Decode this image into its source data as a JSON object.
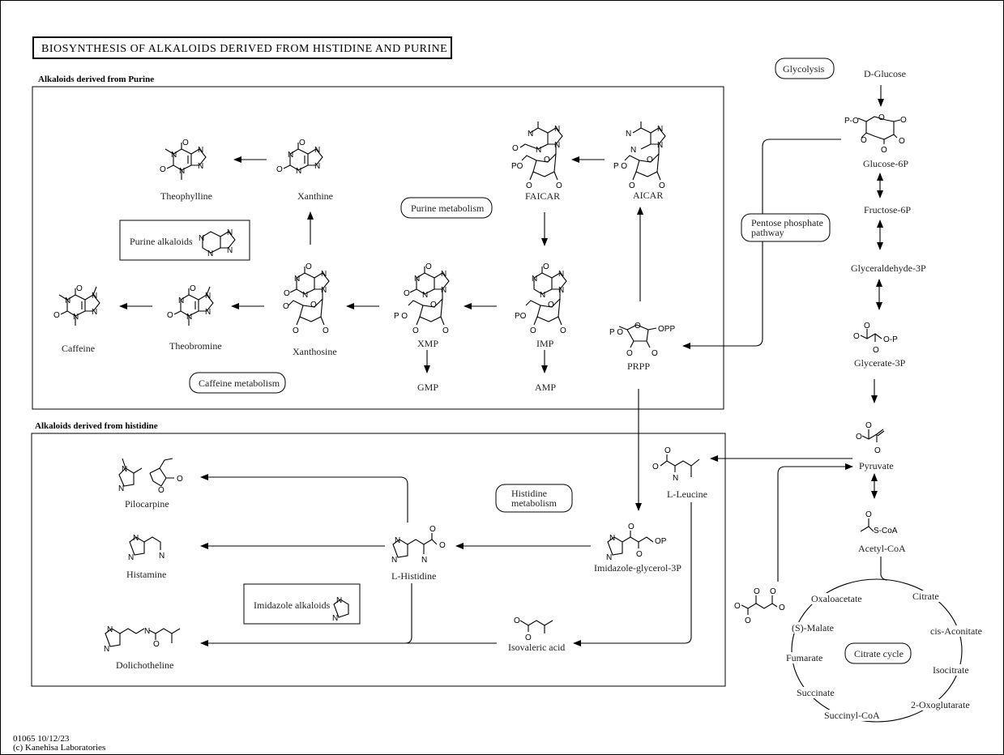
{
  "title": "BIOSYNTHESIS OF ALKALOIDS DERIVED FROM HISTIDINE AND PURINE",
  "sections": {
    "purine": "Alkaloids derived from  Purine",
    "histidine": "Alkaloids derived from histidine"
  },
  "compounds": {
    "theophylline": "Theophylline",
    "xanthine": "Xanthine",
    "caffeine": "Caffeine",
    "theobromine": "Theobromine",
    "xanthosine": "Xanthosine",
    "xmp": "XMP",
    "imp": "IMP",
    "gmp": "GMP",
    "amp": "AMP",
    "faicar": "FAICAR",
    "aicar": "AICAR",
    "prpp": "PRPP",
    "pilocarpine": "Pilocarpine",
    "histamine": "Histamine",
    "dolichotheline": "Dolichotheline",
    "l_histidine": "L-Histidine",
    "imidazole_glycerol_3p": "Imidazole-glycerol-3P",
    "l_leucine": "L-Leucine",
    "isovaleric_acid": "Isovaleric acid",
    "d_glucose": "D-Glucose",
    "glucose_6p": "Glucose-6P",
    "fructose_6p": "Fructose-6P",
    "glyceraldehyde_3p": "Glyceraldehyde-3P",
    "glycerate_3p": "Glycerate-3P",
    "pyruvate": "Pyruvate",
    "acetyl_coa": "Acetyl-CoA",
    "oxaloacetate": "Oxaloacetate",
    "citrate": "Citrate",
    "cis_aconitate": "cis-Aconitate",
    "isocitrate": "Isocitrate",
    "oxoglutarate": "2-Oxoglutarate",
    "succinyl_coa": "Succinyl-CoA",
    "succinate": "Succinate",
    "fumarate": "Fumarate",
    "s_malate": "(S)-Malate"
  },
  "maps": {
    "purine_metabolism": "Purine metabolism",
    "caffeine_metabolism": "Caffeine metabolism",
    "glycolysis": "Glycolysis",
    "pentose_phosphate_1": "Pentose phosphate",
    "pentose_phosphate_2": "pathway",
    "histidine_metabolism_1": "Histidine",
    "histidine_metabolism_2": "metabolism",
    "citrate_cycle": "Citrate cycle"
  },
  "legends": {
    "purine_alkaloids": "Purine alkaloids",
    "imidazole_alkaloids": "Imidazole alkaloids"
  },
  "atoms": {
    "N": "N",
    "O": "O",
    "PO": "PO",
    "P_O": "P O",
    "OPP": "OPP",
    "OP": "OP",
    "P_dash_O": "P-O",
    "O_P": "O-P",
    "S_CoA": "S-CoA"
  },
  "footer": {
    "id_date": "01065 10/12/23",
    "copyright": "(c) Kanehisa Laboratories"
  }
}
